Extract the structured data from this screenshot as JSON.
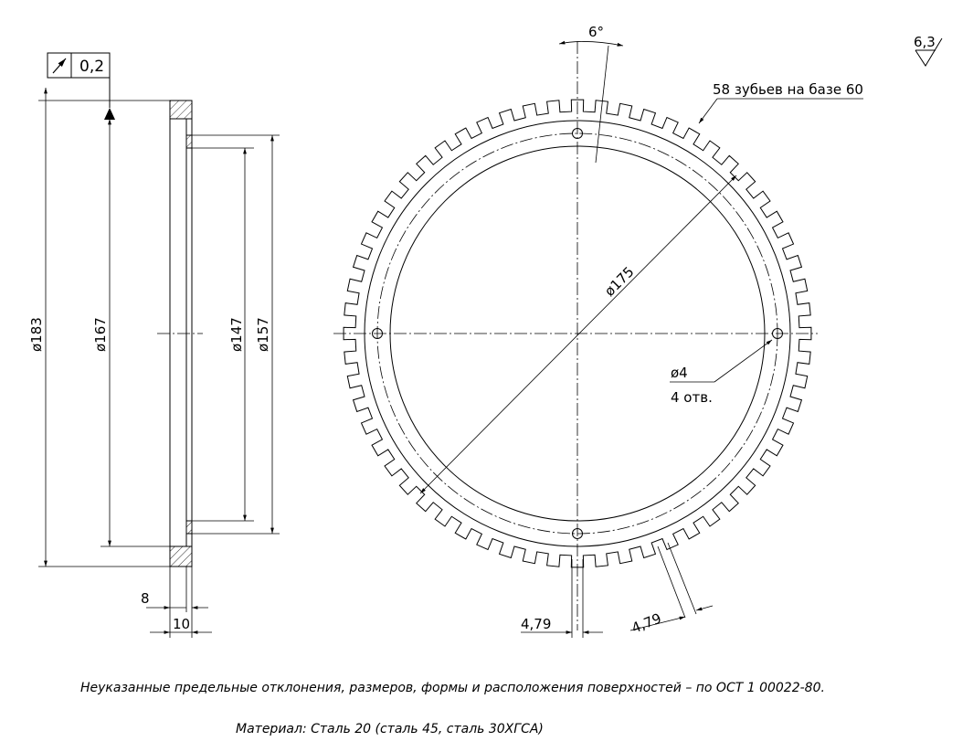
{
  "tolerance_frame": {
    "value": "0,2"
  },
  "roughness": {
    "value": "6,3"
  },
  "dimensions": {
    "d183": "ø183",
    "d167": "ø167",
    "d147": "ø147",
    "d157": "ø157",
    "w8": "8",
    "w10": "10",
    "angle": "6°",
    "d175": "ø175",
    "hole_d": "ø4",
    "hole_count": "4 отв.",
    "tooth_width_a": "4,79",
    "tooth_width_b": "4,79"
  },
  "teeth_note": "58 зубьев на базе 60",
  "notes": {
    "tolerances": "Неуказанные предельные отклонения, размеров, формы и расположения поверхностей – по ОСТ 1 00022-80.",
    "material": "Материал: Сталь 20 (сталь 45, сталь 30ХГСА)"
  }
}
